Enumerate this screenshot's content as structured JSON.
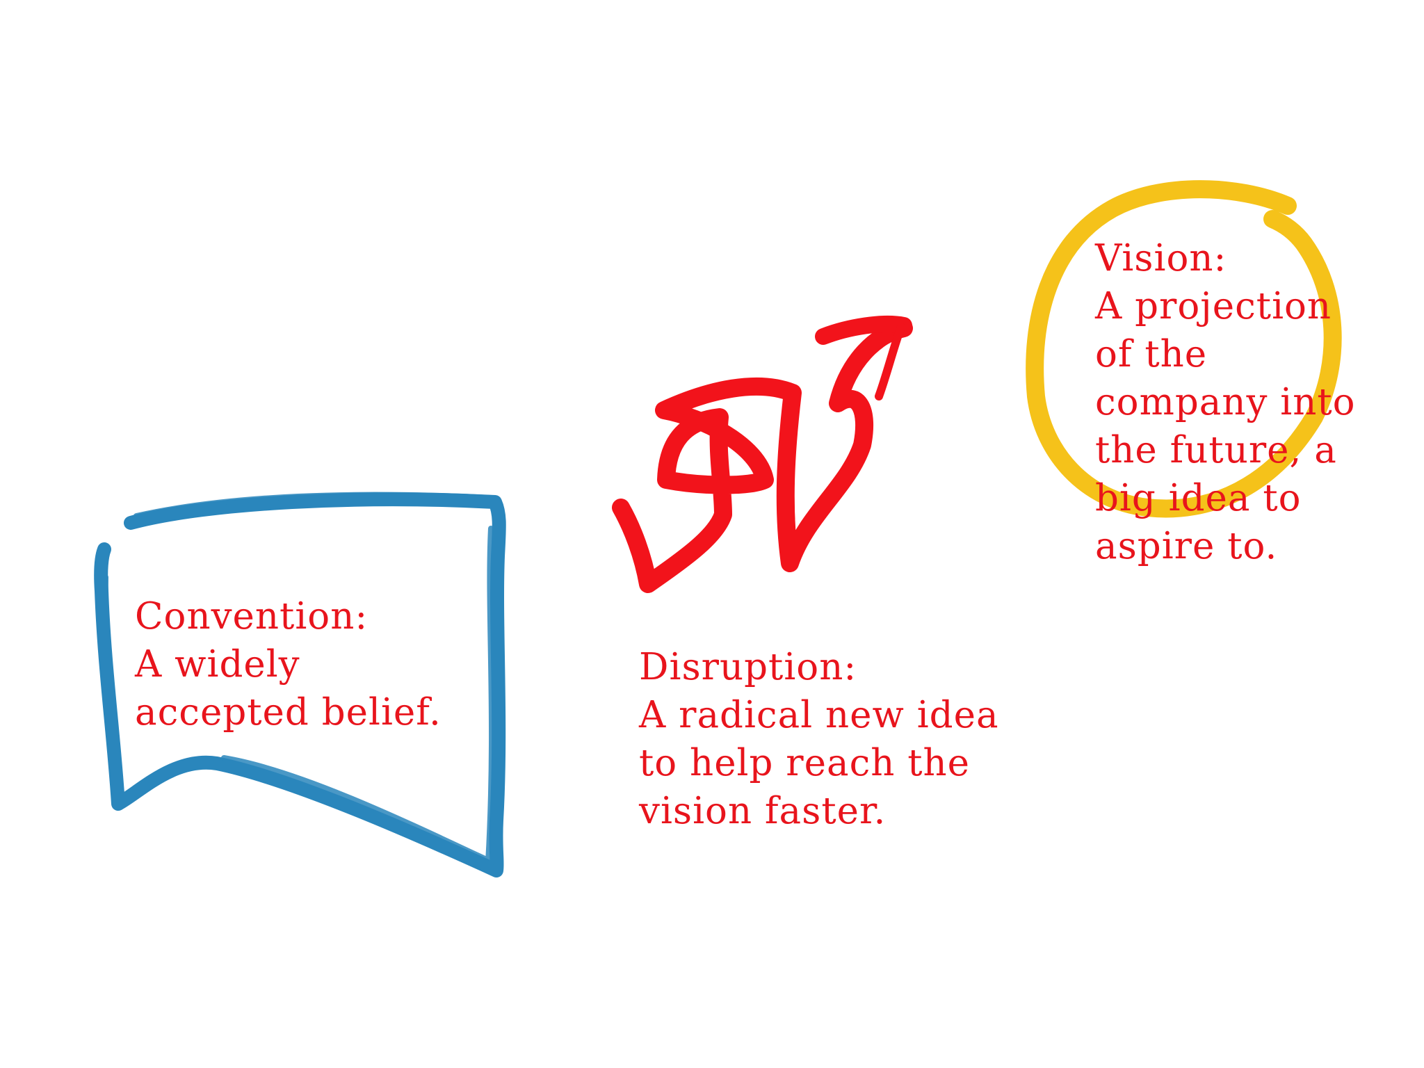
{
  "colors": {
    "text": "#e8141c",
    "convention_shape": "#2a86bc",
    "disruption_shape": "#f2131b",
    "vision_shape": "#f5c21a",
    "background": "#ffffff"
  },
  "convention": {
    "term": "Convention:",
    "lines": [
      "A widely",
      "accepted belief."
    ]
  },
  "disruption": {
    "term": "Disruption:",
    "lines": [
      "A radical new idea",
      "to help reach the",
      "vision faster."
    ]
  },
  "vision": {
    "term": "Vision:",
    "lines": [
      "A projection",
      "of the",
      "company into",
      "the future, a",
      "big idea to",
      "aspire to."
    ]
  }
}
